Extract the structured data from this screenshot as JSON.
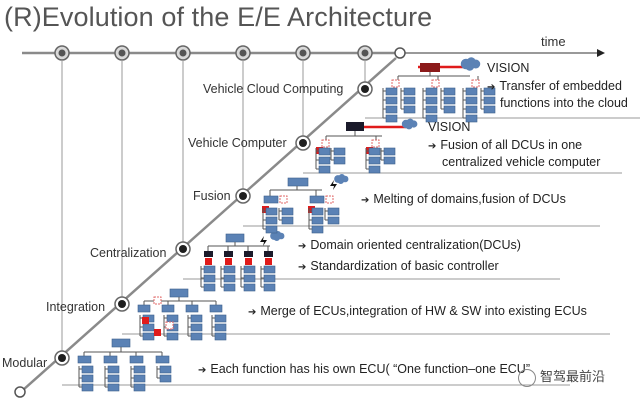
{
  "title": "(R)Evolution of the E/E Architecture",
  "time_label": "time",
  "stages": [
    {
      "label": "Modular",
      "descriptions": [
        "Each function has his own ECU( “One function–one ECU”"
      ]
    },
    {
      "label": "Integration",
      "descriptions": [
        "Merge of ECUs,integration of HW & SW into existing ECUs"
      ]
    },
    {
      "label": "Centralization",
      "descriptions": [
        "Domain oriented centralization(DCUs)",
        "Standardization of basic controller"
      ]
    },
    {
      "label": "Fusion",
      "descriptions": [
        "Melting of domains,fusion of DCUs"
      ]
    },
    {
      "label": "Vehicle Computer",
      "vision": "VISION",
      "descriptions": [
        "Fusion of all DCUs in one",
        "centralized vehicle computer"
      ]
    },
    {
      "label": "Vehicle Cloud Computing",
      "vision": "VISION",
      "descriptions": [
        "Transfer of embedded",
        "functions into the cloud"
      ]
    }
  ],
  "watermark": "智驾最前沿",
  "colors": {
    "block_blue": "#5b82b5",
    "dark_red": "#8b1a1a",
    "red": "#e01b1b",
    "node_dark": "#2a2a2a",
    "line_gray": "#777777",
    "cloud": "#5b82b5"
  }
}
